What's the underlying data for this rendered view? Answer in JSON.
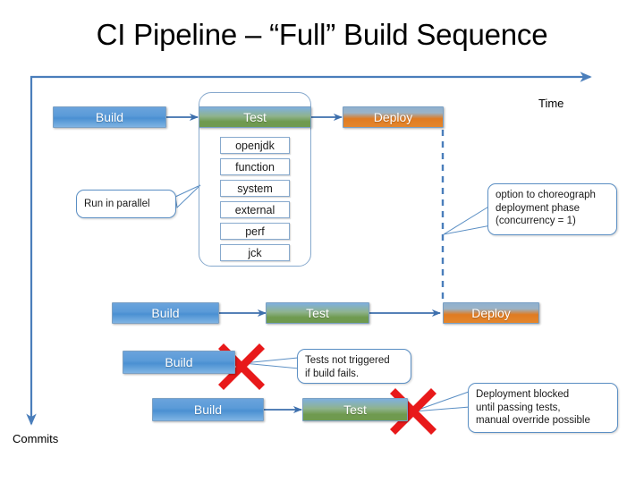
{
  "slide": {
    "title": "CI Pipeline – “Full” Build Sequence",
    "axes": {
      "time_label": "Time",
      "commits_label": "Commits"
    },
    "colors": {
      "build": "#4a90d2",
      "test": "#6f9a4f",
      "deploy": "#e07b22",
      "arrow": "#4a7ebb",
      "callout_border": "#5b8fc4",
      "x_mark": "#e8191a"
    },
    "stage_labels": {
      "build": "Build",
      "test": "Test",
      "deploy": "Deploy"
    },
    "rows": [
      {
        "name": "row-1-full-pipeline",
        "stages": [
          {
            "label": "Build",
            "type": "build"
          },
          {
            "label": "Test",
            "type": "test"
          },
          {
            "label": "Deploy",
            "type": "deploy"
          }
        ]
      },
      {
        "name": "row-2-pipeline",
        "stages": [
          {
            "label": "Build",
            "type": "build"
          },
          {
            "label": "Test",
            "type": "test"
          },
          {
            "label": "Deploy",
            "type": "deploy"
          }
        ]
      },
      {
        "name": "row-3-failed-build",
        "stages": [
          {
            "label": "Build",
            "type": "build"
          }
        ]
      },
      {
        "name": "row-4-failed-test",
        "stages": [
          {
            "label": "Build",
            "type": "build"
          },
          {
            "label": "Test",
            "type": "test"
          }
        ]
      }
    ],
    "test_subjobs": [
      "openjdk",
      "function",
      "system",
      "external",
      "perf",
      "jck"
    ],
    "callouts": [
      {
        "id": "run-in-parallel",
        "lines": [
          "Run in parallel"
        ]
      },
      {
        "id": "choreograph-deployment",
        "lines": [
          "option to choreograph",
          "deployment phase",
          "(concurrency = 1)"
        ]
      },
      {
        "id": "tests-not-triggered",
        "lines": [
          "Tests not triggered",
          "if build fails."
        ]
      },
      {
        "id": "deployment-blocked",
        "lines": [
          "Deployment blocked",
          "until passing tests,",
          "manual override possible"
        ]
      }
    ]
  }
}
